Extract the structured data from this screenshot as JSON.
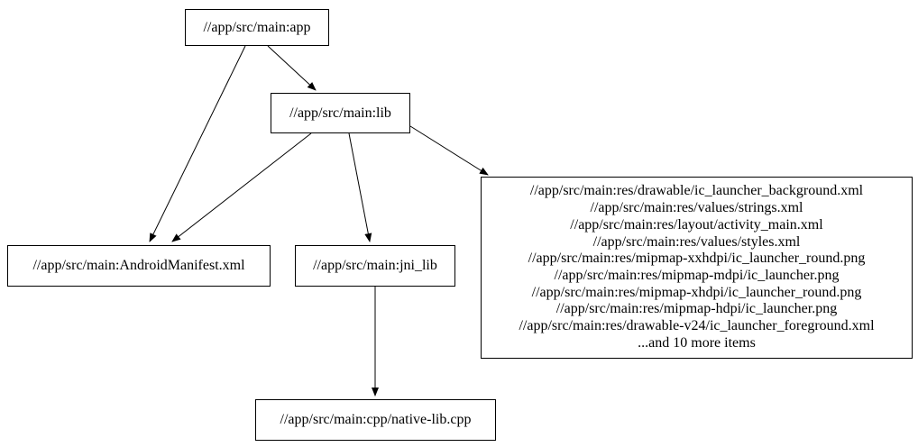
{
  "diagram": {
    "type": "dependency-graph",
    "background": "#ffffff",
    "node_border_color": "#000000",
    "edge_color": "#000000",
    "nodes": {
      "app": {
        "label": "//app/src/main:app"
      },
      "lib": {
        "label": "//app/src/main:lib"
      },
      "manifest": {
        "label": "//app/src/main:AndroidManifest.xml"
      },
      "jni_lib": {
        "label": "//app/src/main:jni_lib"
      },
      "cpp": {
        "label": "//app/src/main:cpp/native-lib.cpp"
      },
      "res": {
        "lines": [
          "//app/src/main:res/drawable/ic_launcher_background.xml",
          "//app/src/main:res/values/strings.xml",
          "//app/src/main:res/layout/activity_main.xml",
          "//app/src/main:res/values/styles.xml",
          "//app/src/main:res/mipmap-xxhdpi/ic_launcher_round.png",
          "//app/src/main:res/mipmap-mdpi/ic_launcher.png",
          "//app/src/main:res/mipmap-xhdpi/ic_launcher_round.png",
          "//app/src/main:res/mipmap-hdpi/ic_launcher.png",
          "//app/src/main:res/drawable-v24/ic_launcher_foreground.xml",
          "...and 10 more items"
        ]
      }
    },
    "edges": [
      {
        "from": "app",
        "to": "lib"
      },
      {
        "from": "app",
        "to": "manifest"
      },
      {
        "from": "lib",
        "to": "manifest"
      },
      {
        "from": "lib",
        "to": "jni_lib"
      },
      {
        "from": "lib",
        "to": "res"
      },
      {
        "from": "jni_lib",
        "to": "cpp"
      }
    ]
  }
}
